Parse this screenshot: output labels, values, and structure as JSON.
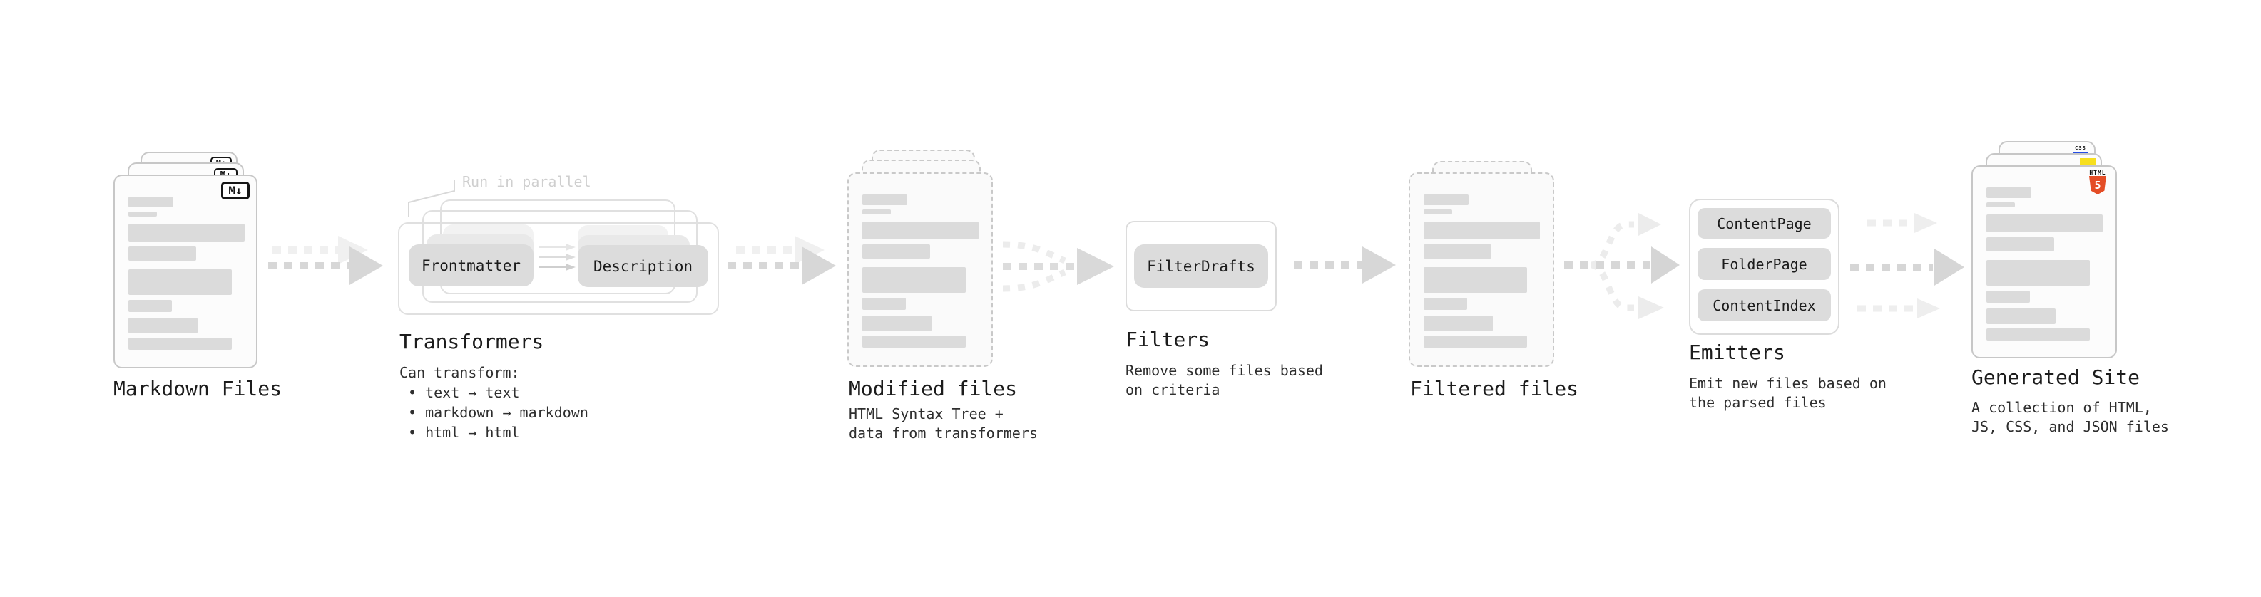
{
  "pipeline": {
    "markdown_files": {
      "label": "Markdown Files",
      "badge": "M↓"
    },
    "transformers": {
      "title": "Transformers",
      "parallel_note": "Run in parallel",
      "steps": [
        "Frontmatter",
        "Description"
      ],
      "desc_heading": "Can transform:",
      "bullets": [
        "• text → text",
        "• markdown → markdown",
        "• html → html"
      ]
    },
    "modified_files": {
      "label": "Modified files",
      "desc": [
        "HTML Syntax Tree +",
        "data from transformers"
      ]
    },
    "filters": {
      "title": "Filters",
      "box": "FilterDrafts",
      "desc": [
        "Remove some files based",
        "on criteria"
      ]
    },
    "filtered_files": {
      "label": "Filtered files"
    },
    "emitters": {
      "title": "Emitters",
      "boxes": [
        "ContentPage",
        "FolderPage",
        "ContentIndex"
      ],
      "desc": [
        "Emit new files based on",
        "the parsed files"
      ]
    },
    "generated_site": {
      "label": "Generated Site",
      "desc": [
        "A collection of HTML,",
        "JS, CSS, and JSON files"
      ],
      "badges": {
        "css": "CSS",
        "html": "HTML",
        "html5_number": "5"
      }
    }
  },
  "colors": {
    "html5_orange": "#e44d26",
    "js_yellow": "#f7df1e",
    "css_blue": "#264de4",
    "bar_gray": "#dbdbdb",
    "arrow_gray": "#d7d7d7",
    "arrow_light": "#ececec"
  }
}
